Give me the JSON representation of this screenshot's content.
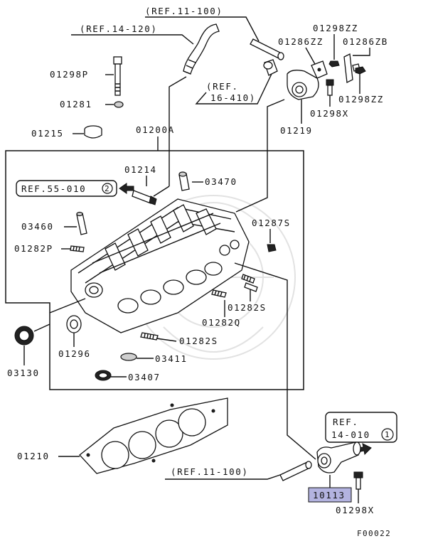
{
  "labels": {
    "ref_11_100_top": "(REF.11-100)",
    "ref_14_120": "(REF.14-120)",
    "p01298p": "01298P",
    "p01281": "01281",
    "p01215": "01215",
    "p01200a": "01200A",
    "p01214": "01214",
    "p03470": "03470",
    "ref_55_010": "REF.55-010",
    "ref_55_010_num": "2",
    "p03460": "03460",
    "p01282p": "01282P",
    "p01287s": "01287S",
    "p01282s_a": "01282S",
    "p01282q": "01282Q",
    "p01282s_b": "01282S",
    "p03130": "03130",
    "p01296": "01296",
    "p03411": "03411",
    "p03407": "03407",
    "p01210": "01210",
    "ref_11_100_bottom": "(REF.11-100)",
    "ref_14_010_a": "REF.",
    "ref_14_010_b": "14-010",
    "ref_14_010_num": "1",
    "p10113": "10113",
    "p01298x_bottom": "01298X",
    "p01286zz": "01286ZZ",
    "p01298zz_top": "01298ZZ",
    "p01286zb": "01286ZB",
    "ref_16_410_a": "(REF.",
    "ref_16_410_b": "16-410)",
    "p01298zz_right": "01298ZZ",
    "p01298x_top": "01298X",
    "p01219": "01219",
    "figure_code": "F00022"
  },
  "colors": {
    "highlight": "#b3b3e0",
    "line": "#111111"
  }
}
